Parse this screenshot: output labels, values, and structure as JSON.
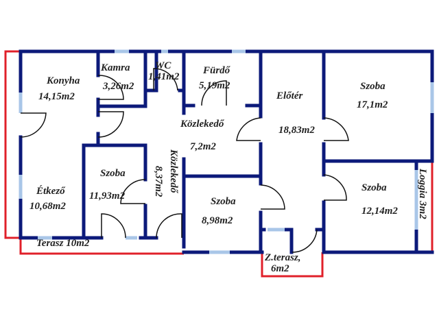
{
  "rooms": [
    {
      "name": "Konyha",
      "area": "14,15m2"
    },
    {
      "name": "Kamra",
      "area": "3,26m2"
    },
    {
      "name": "WC",
      "area": "1,41m2"
    },
    {
      "name": "Fürdő",
      "area": "5,19m2"
    },
    {
      "name": "Közlekedő",
      "area": "7,2m2"
    },
    {
      "name": "Előtér",
      "area": "18,83m2"
    },
    {
      "name": "Szoba",
      "area": "17,1m2"
    },
    {
      "name": "Étkező",
      "area": "10,68m2"
    },
    {
      "name": "Szoba",
      "area": "11,93m2"
    },
    {
      "name": "Közlekedő",
      "area": "8,37m2"
    },
    {
      "name": "Szoba",
      "area": "8,98m2"
    },
    {
      "name": "Szoba",
      "area": "12,14m2"
    },
    {
      "label": "Loggia 3m2"
    },
    {
      "label": "Terasz 10m2"
    },
    {
      "name": "Z.terasz,",
      "area": "6m2"
    }
  ],
  "colors": {
    "wall": "#0c1a7a",
    "window": "#a9c6e8",
    "terrace": "#e0202a"
  }
}
